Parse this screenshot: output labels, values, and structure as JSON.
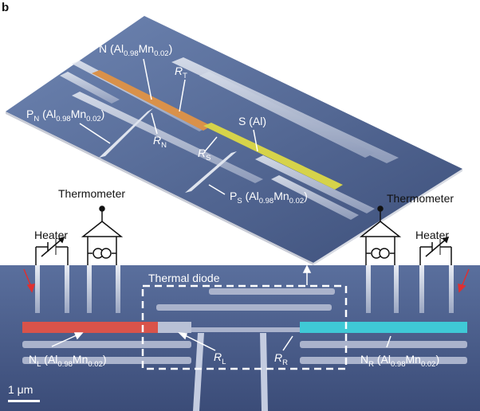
{
  "panel_letter": "b",
  "top_image": {
    "label_n": "N (Al",
    "label_n_sub1": "0.98",
    "label_n_mid": "Mn",
    "label_n_sub2": "0.02",
    "label_n_end": ")",
    "label_rt": "R",
    "label_rt_sub": "T",
    "label_pn": "P",
    "label_pn_sub": "N",
    "label_pn_rest": " (Al",
    "label_pn_sub1": "0.98",
    "label_pn_mid": "Mn",
    "label_pn_sub2": "0.02",
    "label_pn_end": ")",
    "label_s": "S (Al)",
    "label_rn": "R",
    "label_rn_sub": "N",
    "label_rs": "R",
    "label_rs_sub": "S",
    "label_ps": "P",
    "label_ps_sub": "S",
    "label_ps_rest": " (Al",
    "label_ps_sub1": "0.98",
    "label_ps_mid": "Mn",
    "label_ps_sub2": "0.02",
    "label_ps_end": ")",
    "colors": {
      "normal_metal": "#d9914a",
      "superconductor": "#d6d34a"
    }
  },
  "circuit": {
    "thermometer_left": "Thermometer",
    "thermometer_right": "Thermometer",
    "heater_left": "Heater",
    "heater_right": "Heater"
  },
  "bottom_image": {
    "thermal_diode": "Thermal diode",
    "label_rl": "R",
    "label_rl_sub": "L",
    "label_rr": "R",
    "label_rr_sub": "R",
    "label_nl": "N",
    "label_nl_sub": "L",
    "label_nl_rest": " (Al",
    "label_nl_sub1": "0.98",
    "label_nl_mid": "Mn",
    "label_nl_sub2": "0.02",
    "label_nl_end": ")",
    "label_nr": "N",
    "label_nr_sub": "R",
    "label_nr_rest": " (Al",
    "label_nr_sub1": "0.98",
    "label_nr_mid": "Mn",
    "label_nr_sub2": "0.02",
    "label_nr_end": ")",
    "scale_bar": "1 μm",
    "colors": {
      "left_electrode": "#d9534a",
      "right_electrode": "#3fc9d6"
    }
  }
}
